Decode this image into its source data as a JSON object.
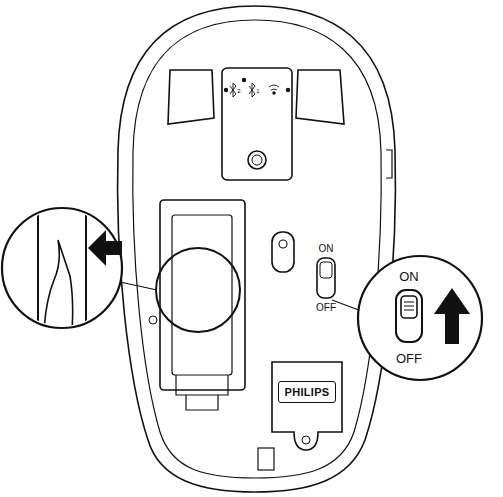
{
  "diagram": {
    "nodes": [
      {
        "text": [
          "PHILIPS"
        ]
      }
    ],
    "labels": [
      "2",
      "1",
      "ON",
      "OFF",
      "ON",
      "OFF"
    ]
  }
}
